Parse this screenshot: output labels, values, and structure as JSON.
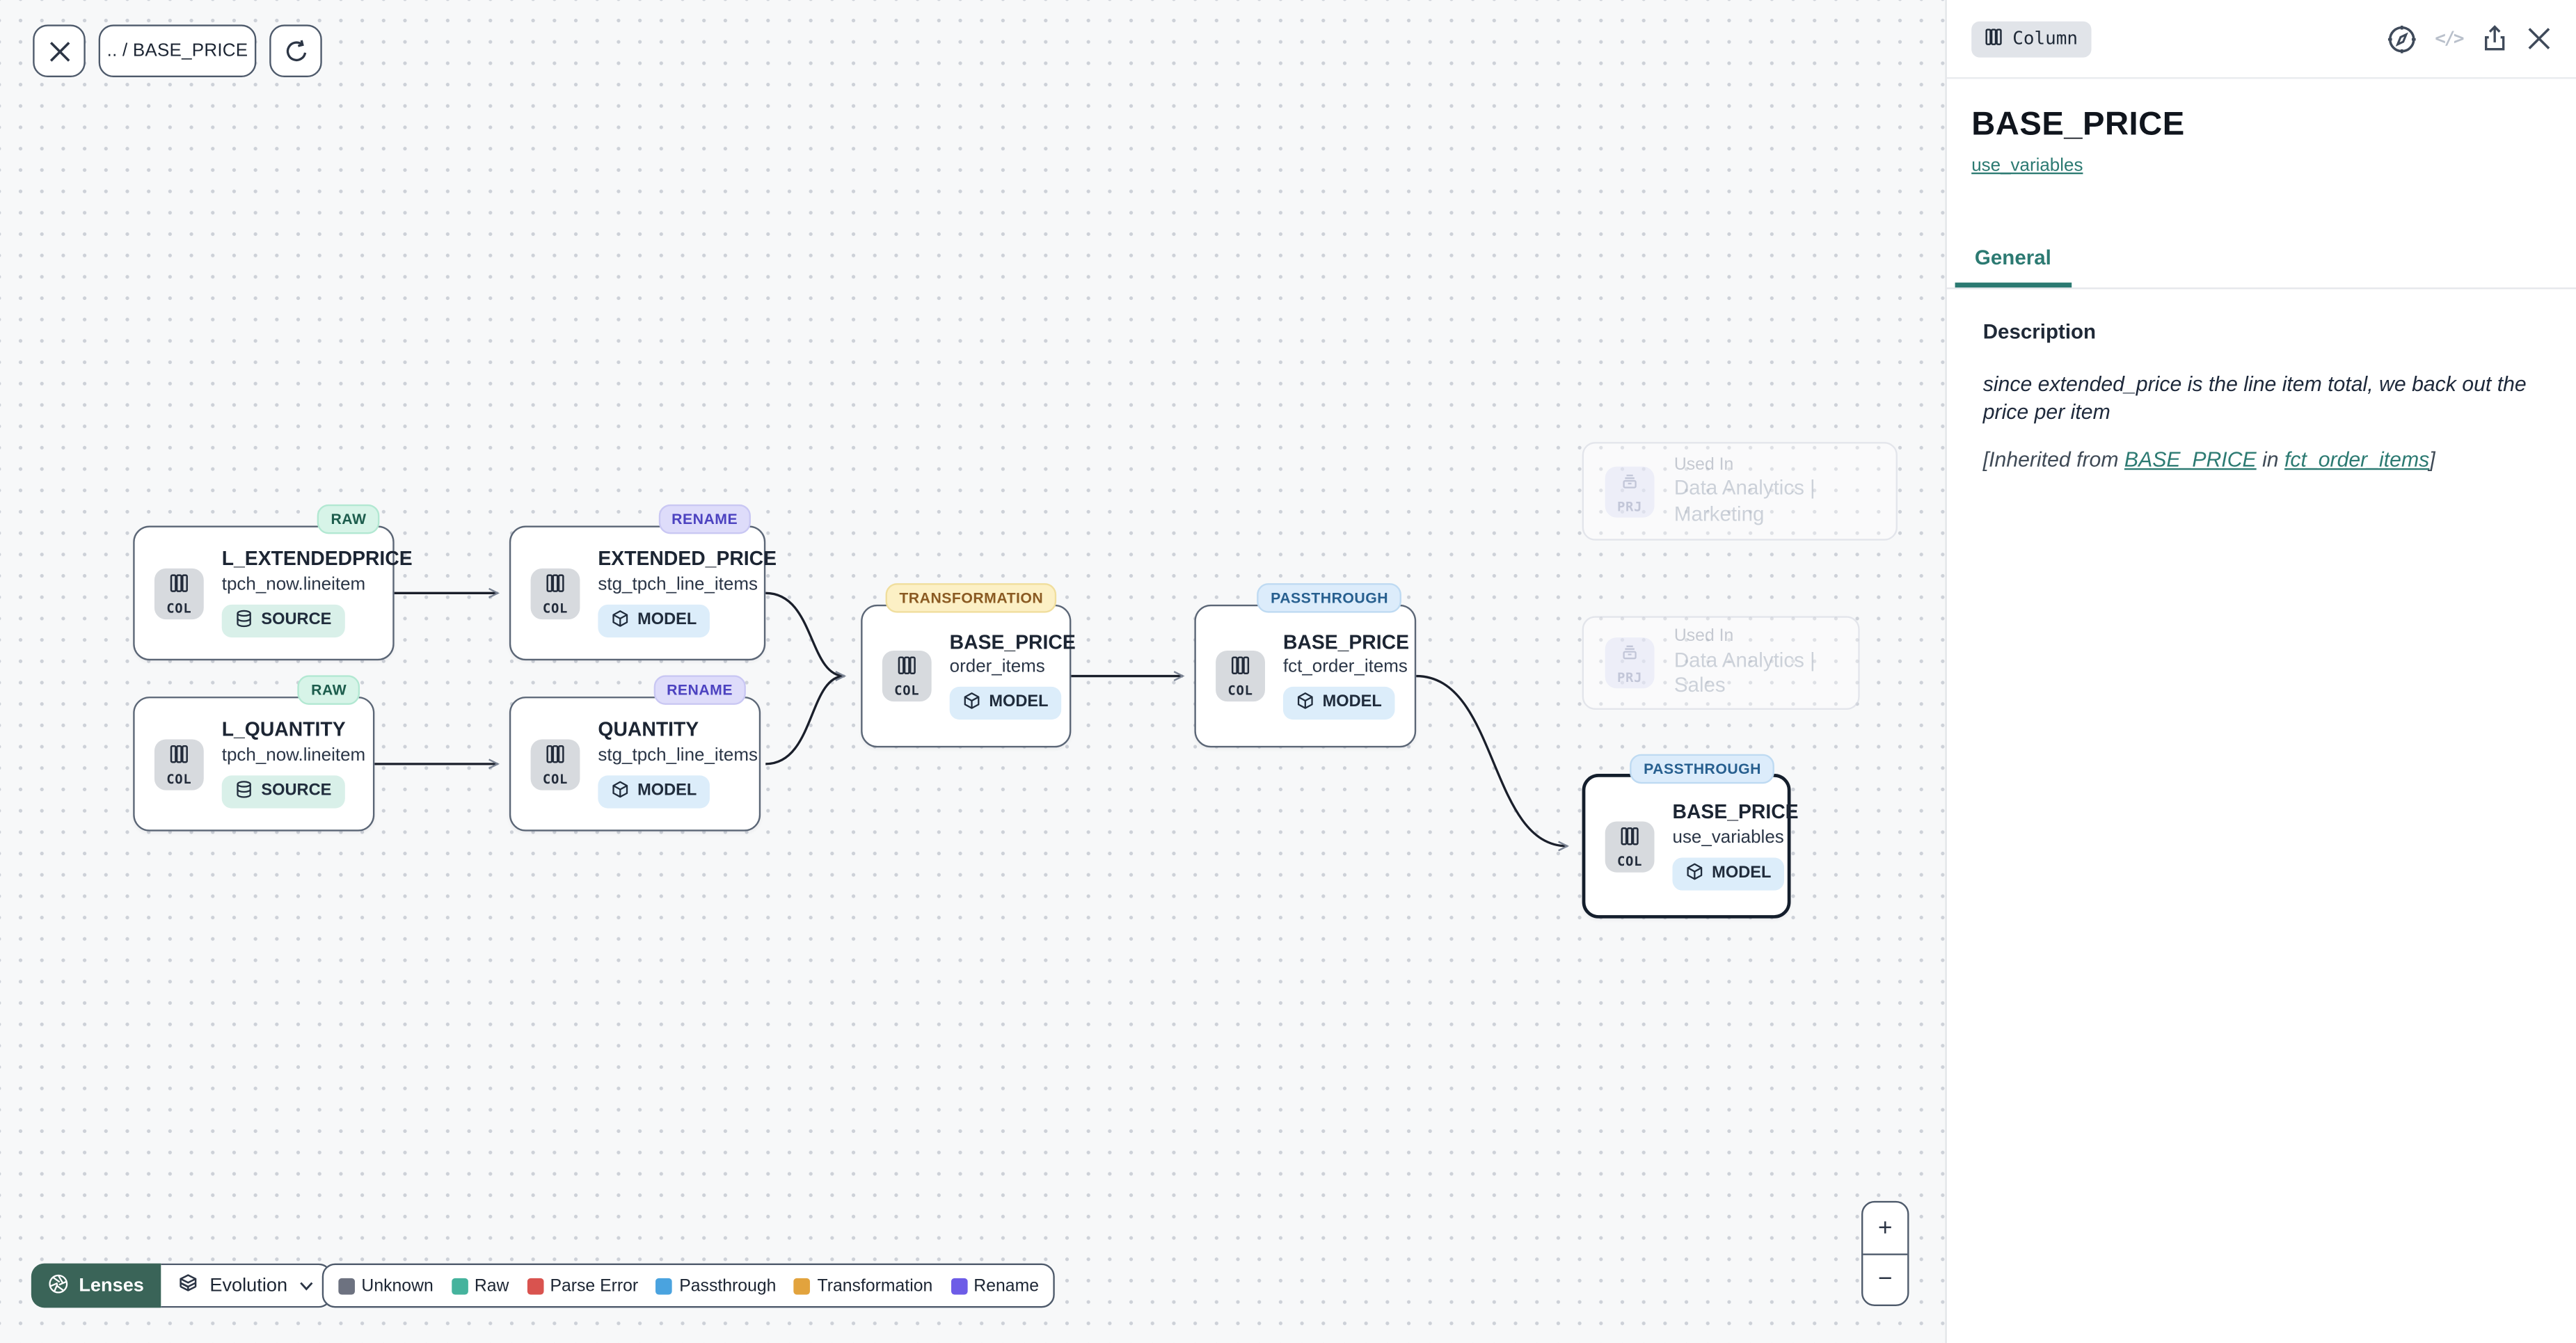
{
  "toolbar": {
    "breadcrumb": ".. / BASE_PRICE"
  },
  "graph": {
    "nodes": [
      {
        "badge": "RAW",
        "title": "L_EXTENDEDPRICE",
        "subtitle": "tpch_now.lineitem",
        "type_label": "COL",
        "chip": "SOURCE"
      },
      {
        "badge": "RENAME",
        "title": "EXTENDED_PRICE",
        "subtitle": "stg_tpch_line_items",
        "type_label": "COL",
        "chip": "MODEL"
      },
      {
        "badge": "RAW",
        "title": "L_QUANTITY",
        "subtitle": "tpch_now.lineitem",
        "type_label": "COL",
        "chip": "SOURCE"
      },
      {
        "badge": "RENAME",
        "title": "QUANTITY",
        "subtitle": "stg_tpch_line_items",
        "type_label": "COL",
        "chip": "MODEL"
      },
      {
        "badge": "TRANSFORMATION",
        "title": "BASE_PRICE",
        "subtitle": "order_items",
        "type_label": "COL",
        "chip": "MODEL"
      },
      {
        "badge": "PASSTHROUGH",
        "title": "BASE_PRICE",
        "subtitle": "fct_order_items",
        "type_label": "COL",
        "chip": "MODEL"
      },
      {
        "badge": "PASSTHROUGH",
        "title": "BASE_PRICE",
        "subtitle": "use_variables",
        "type_label": "COL",
        "chip": "MODEL",
        "selected": true
      }
    ],
    "used_in": [
      {
        "icon_label": "PRJ",
        "label": "Used In",
        "value": "Data Analytics | Marketing"
      },
      {
        "icon_label": "PRJ",
        "label": "Used In",
        "value": "Data Analytics | Sales"
      }
    ]
  },
  "controls": {
    "lenses_label": "Lenses",
    "lens_selected": "Evolution",
    "zoom_in": "+",
    "zoom_out": "−",
    "legend": [
      {
        "label": "Unknown",
        "color": "#6d7280"
      },
      {
        "label": "Raw",
        "color": "#45b39d"
      },
      {
        "label": "Parse Error",
        "color": "#d9534f"
      },
      {
        "label": "Passthrough",
        "color": "#4aa3df"
      },
      {
        "label": "Transformation",
        "color": "#e2a33d"
      },
      {
        "label": "Rename",
        "color": "#6d5ce7"
      }
    ]
  },
  "sidebar": {
    "type_badge": "Column",
    "code_glyph": "</>",
    "title": "BASE_PRICE",
    "subtitle_link": "use_variables",
    "tabs": [
      {
        "label": "General",
        "active": true
      }
    ],
    "description_heading": "Description",
    "description_text": "since extended_price is the line item total, we back out the price per item",
    "inherited_prefix": "[Inherited from ",
    "inherited_link_column": "BASE_PRICE",
    "inherited_mid": " in ",
    "inherited_link_model": "fct_order_items",
    "inherited_suffix": "]"
  },
  "icons": [
    "close",
    "refresh",
    "columns",
    "database",
    "cube",
    "project-drawers",
    "lenses-aperture",
    "layers",
    "chevron-down",
    "compass",
    "code",
    "share",
    "plus",
    "minus"
  ],
  "colors": {
    "accent_teal": "#2c7a72",
    "lenses_button": "#3a6458",
    "badge_raw_bg": "#d7f4e8",
    "badge_rename_bg": "#dedcfa",
    "badge_transformation_bg": "#fcf0c5",
    "badge_passthrough_bg": "#dcecfb",
    "canvas_bg": "#f7f8f9",
    "node_border": "#5b6676",
    "selected_node_border": "#141e2c"
  }
}
